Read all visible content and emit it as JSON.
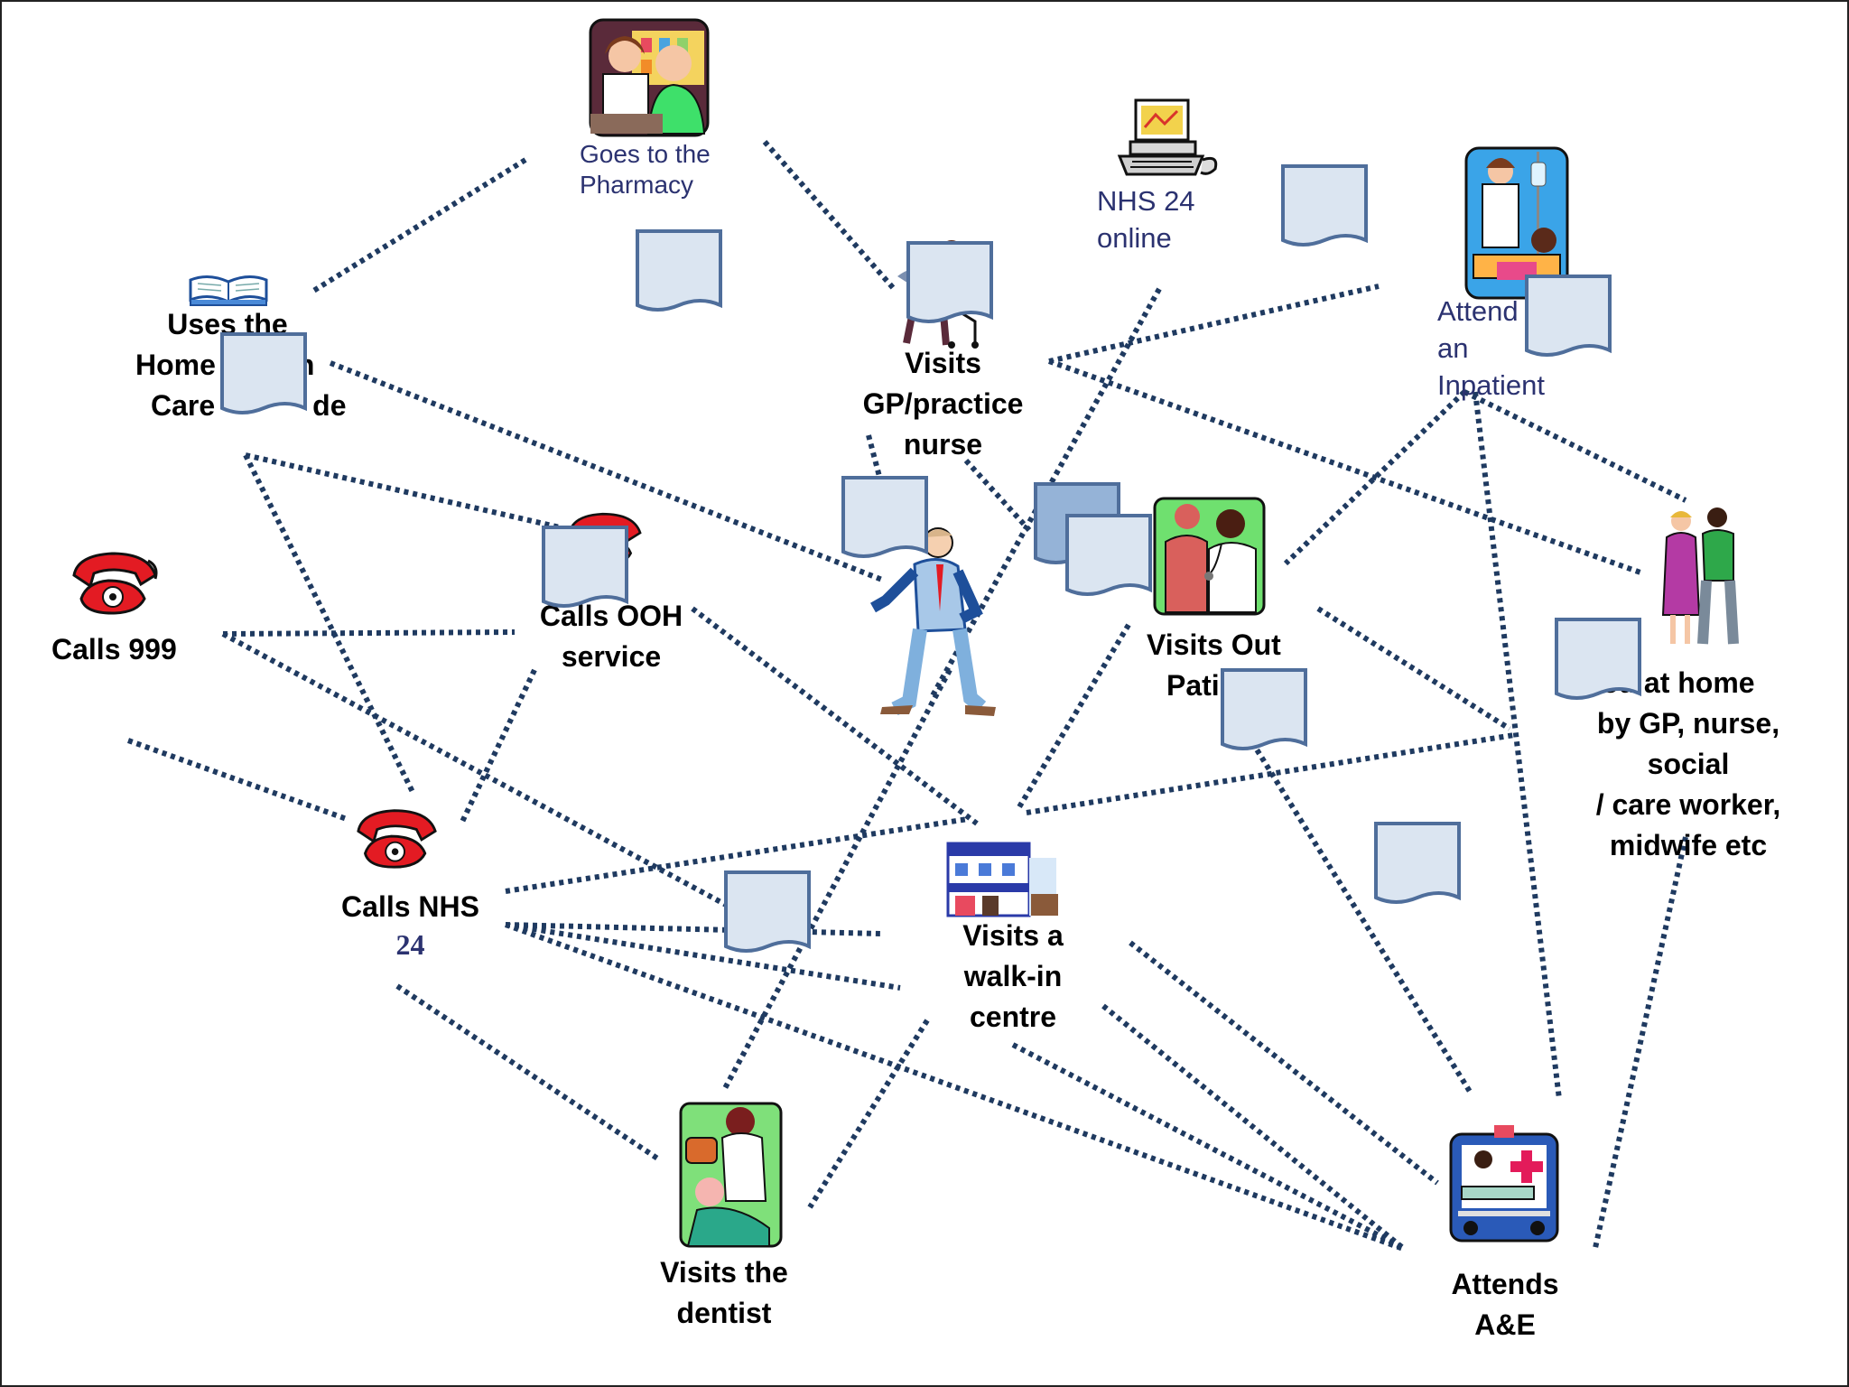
{
  "diagram": {
    "pharmacy": {
      "line1": "Goes to the",
      "line2": "Pharmacy",
      "icon": "pharmacy-icon"
    },
    "nhs24_online": {
      "line1": "NHS 24",
      "line2": "online",
      "icon": "computer-icon"
    },
    "inpatient": {
      "line1": "Attend",
      "line2": "an",
      "line3": "Inpatient",
      "icon": "hospital-ward-icon"
    },
    "home_care_guide": {
      "line1": "Uses the",
      "line2": "Home",
      "line2b": "n",
      "line3": "Care",
      "line3b": "de",
      "icon": "book-icon"
    },
    "gp": {
      "line1": "Visits",
      "line2": "GP/practice",
      "line3": "nurse",
      "icon": "gp-icon"
    },
    "calls_999": {
      "label": "Calls 999",
      "icon": "telephone-icon"
    },
    "ooh": {
      "line1": "Calls OOH",
      "line2": "service",
      "icon": "telephone-icon"
    },
    "patient": {
      "icon": "patient-man-icon"
    },
    "outpatients": {
      "line1": "Visits Out",
      "line2": "Pati",
      "icon": "doctor-patient-icon"
    },
    "visited_home": {
      "line1": "ted at home",
      "line2": "by GP, nurse, social",
      "line3": "/ care worker,",
      "line4": "midwife etc",
      "icon": "home-visit-icon"
    },
    "calls_nhs24": {
      "line1": "Calls NHS",
      "line2": "24",
      "icon": "telephone-icon"
    },
    "walk_in": {
      "line1": "Visits a",
      "line2": "walk-in",
      "line3": "centre",
      "icon": "walk-in-centre-icon"
    },
    "dentist": {
      "line1": "Visits the",
      "line2": "dentist",
      "icon": "dentist-icon"
    },
    "ae": {
      "line1": "Attends",
      "line2": "A&E",
      "icon": "ambulance-icon"
    }
  },
  "colors": {
    "connector": "#1f3a60",
    "note_fill": "#dbe5f1",
    "note_fill_dark": "#95b3d7",
    "note_stroke": "#4f6e9b",
    "label_blue": "#2b3270"
  }
}
